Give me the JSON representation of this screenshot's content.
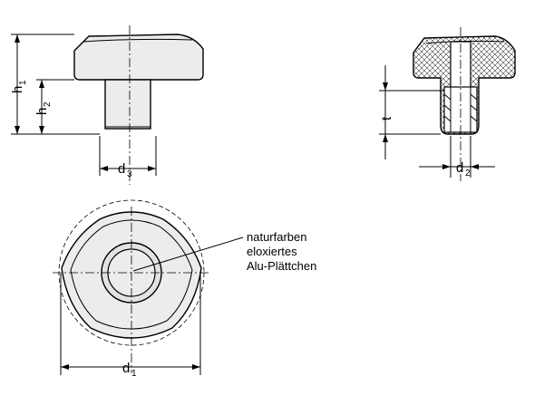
{
  "labels": {
    "h1": {
      "main": "h",
      "sub": "1"
    },
    "h2": {
      "main": "h",
      "sub": "2"
    },
    "d3": {
      "main": "d",
      "sub": "3"
    },
    "t": "t",
    "d2": {
      "main": "d",
      "sub": "2"
    },
    "d1": {
      "main": "d",
      "sub": "1"
    }
  },
  "note": {
    "line1": "naturfarben",
    "line2": "eloxiertes",
    "line3": "Alu-Plättchen"
  }
}
